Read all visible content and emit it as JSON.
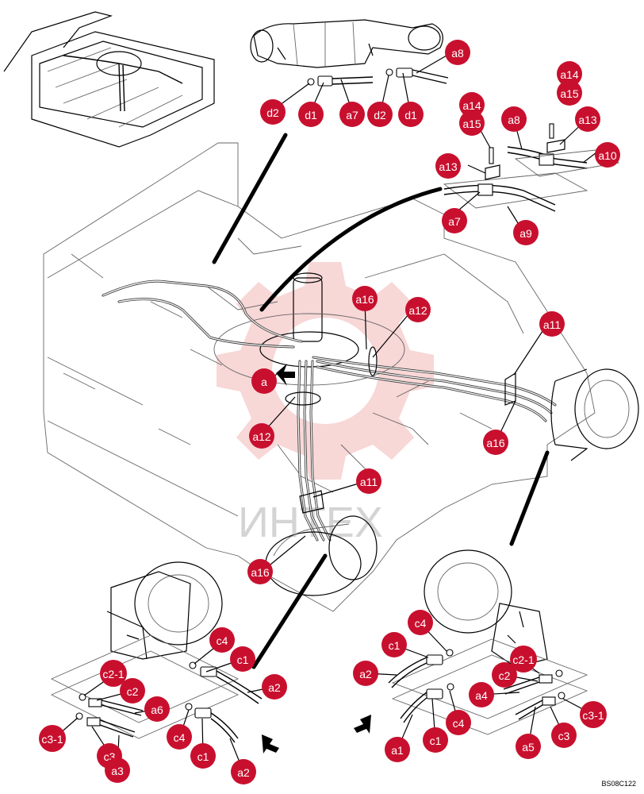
{
  "diagram": {
    "drawing_code": "BS08C122",
    "watermark": "ИНТЕХ",
    "callouts": [
      {
        "id": "c-a8-top",
        "label": "a8"
      },
      {
        "id": "c-d2-l",
        "label": "d2"
      },
      {
        "id": "c-d1-l",
        "label": "d1"
      },
      {
        "id": "c-a7-top",
        "label": "a7"
      },
      {
        "id": "c-d2-r",
        "label": "d2"
      },
      {
        "id": "c-d1-r",
        "label": "d1"
      },
      {
        "id": "c-a14-r",
        "label": "a14"
      },
      {
        "id": "c-a15-r",
        "label": "a15"
      },
      {
        "id": "c-a14-l",
        "label": "a14"
      },
      {
        "id": "c-a15-l",
        "label": "a15"
      },
      {
        "id": "c-a8-mid",
        "label": "a8"
      },
      {
        "id": "c-a13-r",
        "label": "a13"
      },
      {
        "id": "c-a10",
        "label": "a10"
      },
      {
        "id": "c-a13-l",
        "label": "a13"
      },
      {
        "id": "c-a7-mid",
        "label": "a7"
      },
      {
        "id": "c-a9",
        "label": "a9"
      },
      {
        "id": "c-a16-top",
        "label": "a16"
      },
      {
        "id": "c-a12-r",
        "label": "a12"
      },
      {
        "id": "c-a11-r",
        "label": "a11"
      },
      {
        "id": "c-a",
        "label": "a"
      },
      {
        "id": "c-a12-l",
        "label": "a12"
      },
      {
        "id": "c-a16-r",
        "label": "a16"
      },
      {
        "id": "c-a11-b",
        "label": "a11"
      },
      {
        "id": "c-a16-b",
        "label": "a16"
      },
      {
        "id": "c-c4-l",
        "label": "c4"
      },
      {
        "id": "c-c1-l",
        "label": "c1"
      },
      {
        "id": "c-c2-1-l",
        "label": "c2-1"
      },
      {
        "id": "c-c2-l",
        "label": "c2"
      },
      {
        "id": "c-a2-l1",
        "label": "a2"
      },
      {
        "id": "c-a6",
        "label": "a6"
      },
      {
        "id": "c-c3-1-l",
        "label": "c3-1"
      },
      {
        "id": "c-c4-l2",
        "label": "c4"
      },
      {
        "id": "c-c3-l",
        "label": "c3"
      },
      {
        "id": "c-c1-l2",
        "label": "c1"
      },
      {
        "id": "c-a3",
        "label": "a3"
      },
      {
        "id": "c-a2-l2",
        "label": "a2"
      },
      {
        "id": "c-c4-r",
        "label": "c4"
      },
      {
        "id": "c-c1-r",
        "label": "c1"
      },
      {
        "id": "c-a2-r",
        "label": "a2"
      },
      {
        "id": "c-c2-1-r",
        "label": "c2-1"
      },
      {
        "id": "c-c2-r",
        "label": "c2"
      },
      {
        "id": "c-a4",
        "label": "a4"
      },
      {
        "id": "c-c3-1-r",
        "label": "c3-1"
      },
      {
        "id": "c-c4-r2",
        "label": "c4"
      },
      {
        "id": "c-c1-r2",
        "label": "c1"
      },
      {
        "id": "c-a1",
        "label": "a1"
      },
      {
        "id": "c-a5",
        "label": "a5"
      },
      {
        "id": "c-c3-r",
        "label": "c3"
      }
    ]
  }
}
